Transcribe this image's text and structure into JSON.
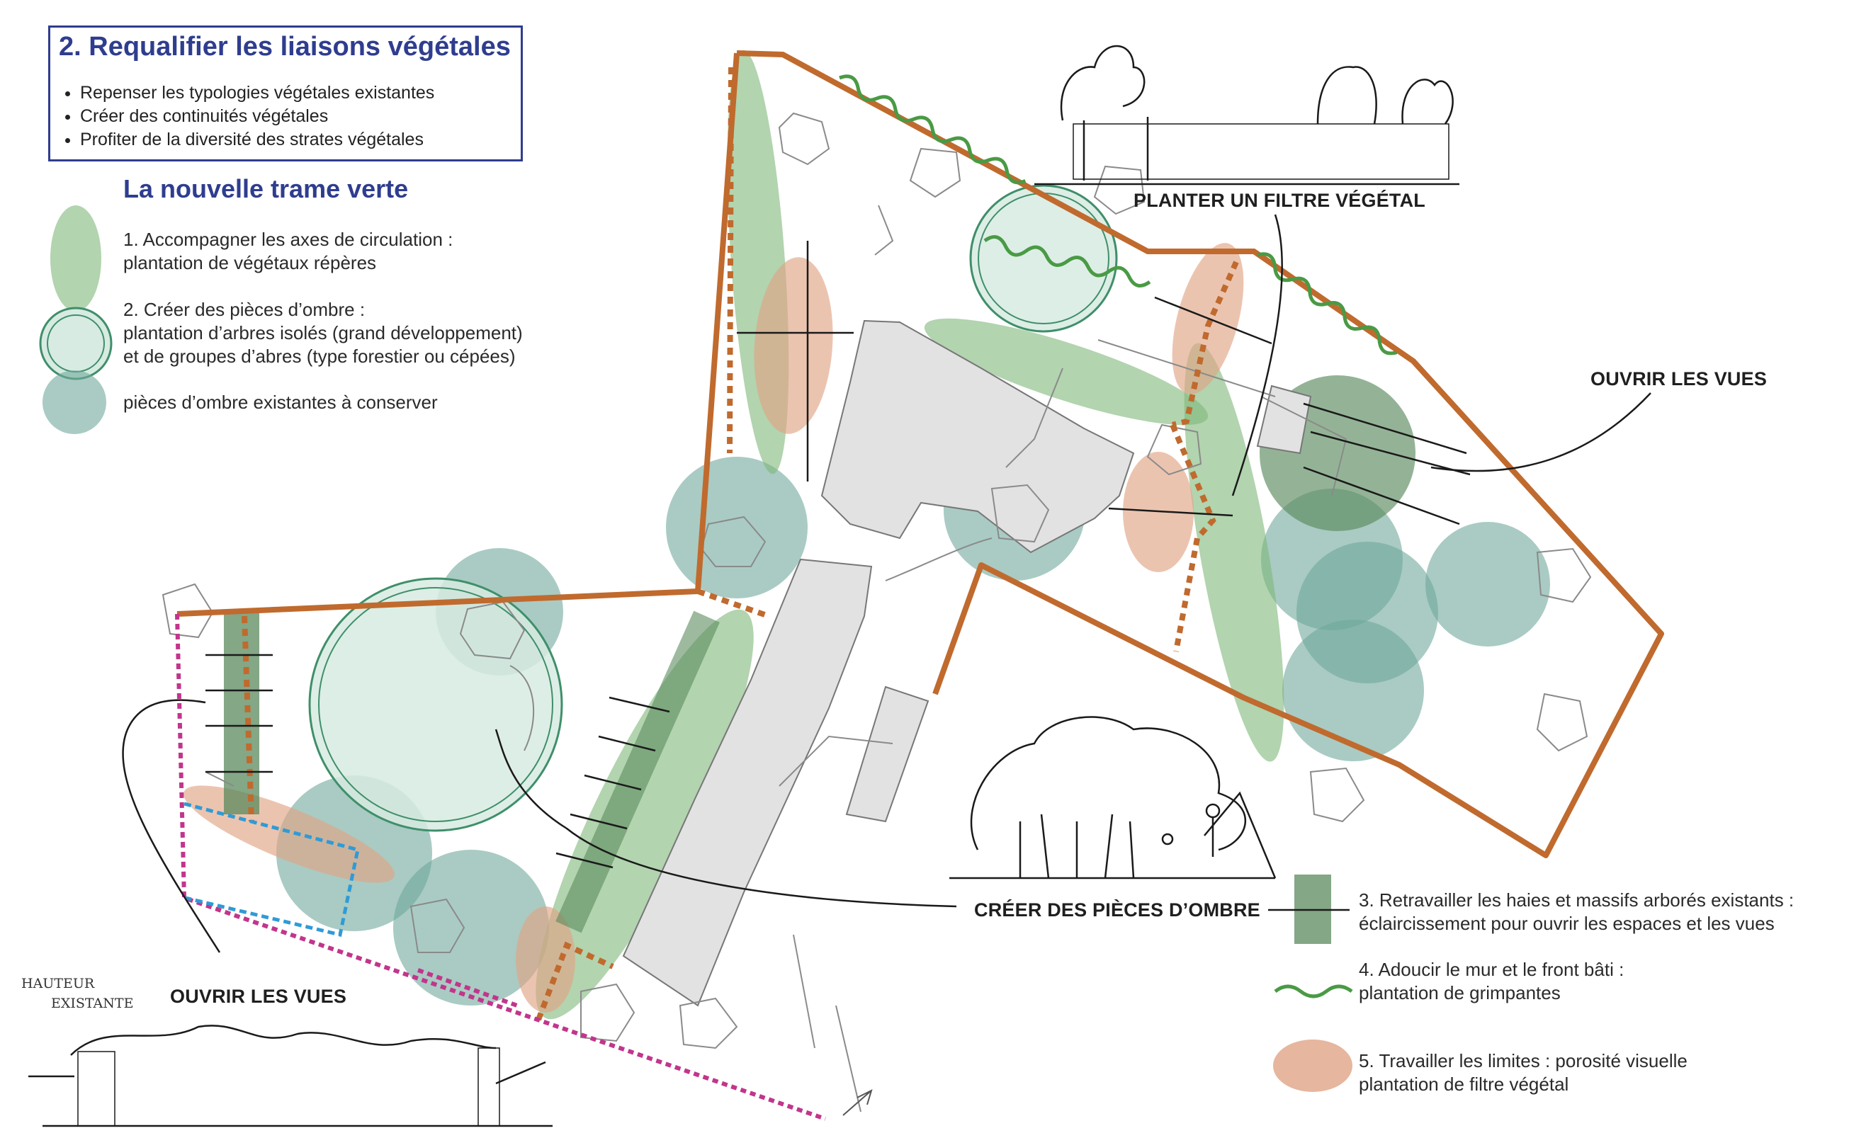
{
  "header": {
    "title": "2. Requalifier les liaisons végétales",
    "bullets": [
      "Repenser les typologies végétales existantes",
      "Créer des continuités végétales",
      "Profiter de la diversité des strates végétales"
    ]
  },
  "legend": {
    "title": "La nouvelle trame verte",
    "items": [
      {
        "line1": "1. Accompagner les axes de circulation :",
        "line2": "plantation de végétaux répères"
      },
      {
        "line1": "2. Créer des pièces d’ombre :",
        "line2": "plantation d’arbres isolés (grand développement)",
        "line3": "et de groupes d’abres (type forestier ou cépées)"
      },
      {
        "line1": "pièces d’ombre existantes à conserver"
      },
      {
        "line1": "3. Retravailler les haies et massifs arborés existants :",
        "line2": "éclaircissement pour ouvrir les espaces et les vues"
      },
      {
        "line1": "4. Adoucir le mur et le front bâti :",
        "line2": "plantation de grimpantes"
      },
      {
        "line1": "5. Travailler les limites : porosité visuelle",
        "line2": "plantation de filtre végétal"
      }
    ]
  },
  "callouts": {
    "filtre": "PLANTER UN FILTRE VÉGÉTAL",
    "vues_right": "OUVRIR LES VUES",
    "ombre": "CRÉER DES PIÈCES D’OMBRE",
    "vues_left": "OUVRIR LES VUES"
  },
  "sketch_notes": {
    "hauteur": "HAUTEUR",
    "existante": "EXISTANTE"
  },
  "colors": {
    "title_blue": "#2f3d8f",
    "boundary_orange": "#c06a2e",
    "green_axis": "#7fb87a",
    "shade_teal": "#6fa99b",
    "hedge_dark": "#5b8a5e",
    "filter_salmon": "#e0a486",
    "climber_green": "#4a9a45",
    "limit_magenta": "#c2358c",
    "limit_blue": "#2f9bd6",
    "building_grey": "#e2e2e2"
  }
}
